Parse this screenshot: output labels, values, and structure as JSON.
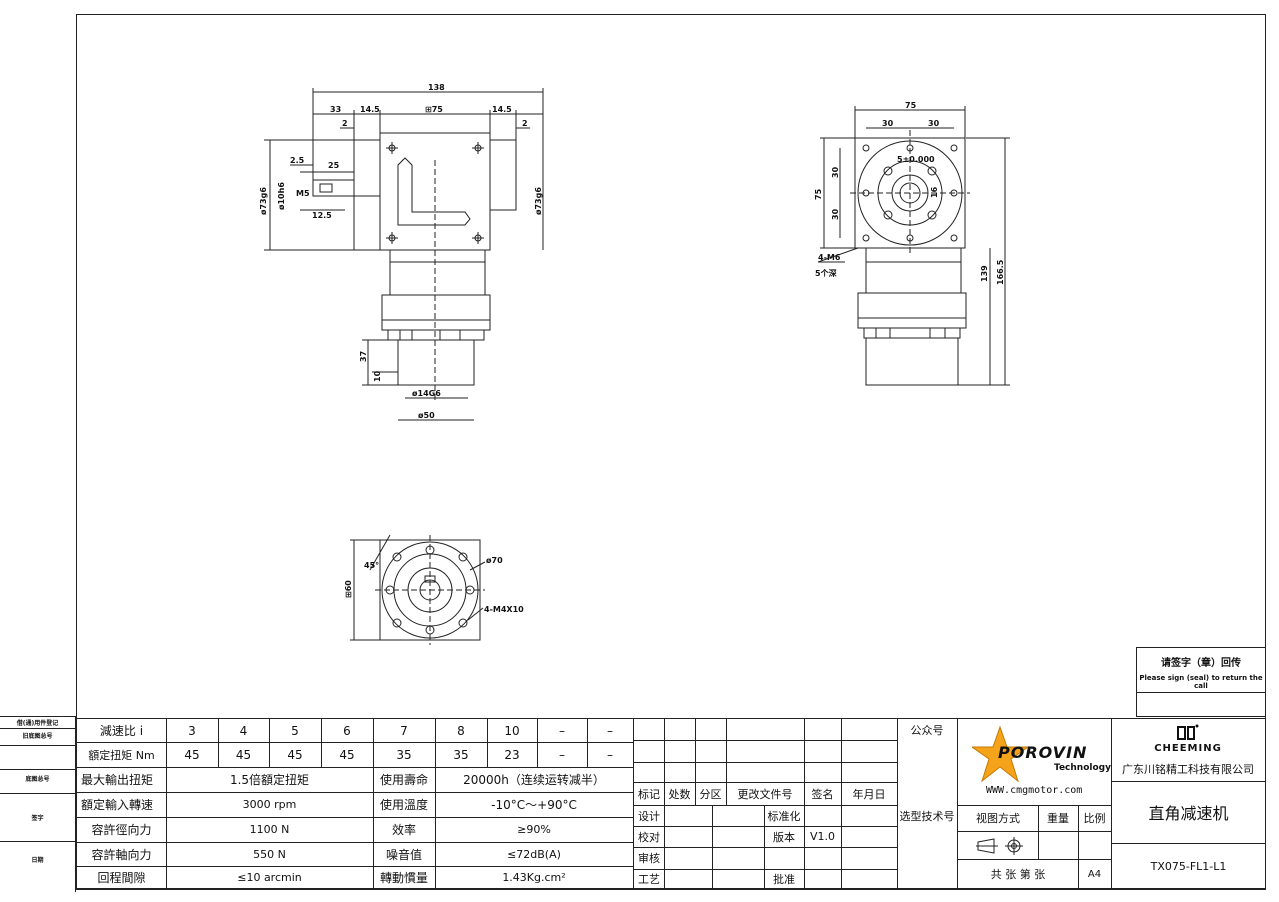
{
  "dims_top": {
    "d138": "138",
    "d33": "33",
    "d14_5a": "14.5",
    "sq75": "⊞75",
    "d14_5b": "14.5",
    "d2a": "2",
    "d2b": "2",
    "d2_5": "2.5",
    "d25": "25",
    "m5": "M5",
    "d12_5": "12.5",
    "phi73a": "ø73g6",
    "phi10": "ø10h6",
    "phi73b": "ø73g6",
    "d37": "37",
    "d10": "10",
    "phi14": "ø14G6",
    "phi50": "ø50"
  },
  "dims_side": {
    "d75": "75",
    "d30a": "30",
    "d30b": "30",
    "key": "5±0.000",
    "d75v": "75",
    "d30c": "30",
    "d30d": "30",
    "d16": "16",
    "m6": "4-M6",
    "depth": "5个深",
    "d139": "139",
    "d166_5": "166.5"
  },
  "dims_bottom": {
    "sq60": "⊞60",
    "deg45": "45°",
    "phi70": "ø70",
    "m4": "4-M4X10"
  },
  "return_box": {
    "cn": "请签字（章）回传",
    "en": "Please sign (seal) to return the call"
  },
  "left_column": {
    "r1": "借(通)用件登记",
    "r2": "旧底图总号",
    "r3": "底图总号",
    "r4": "签字",
    "r5": "日期"
  },
  "spec_table": {
    "ratio_label": "減速比 i",
    "ratios": [
      "3",
      "4",
      "5",
      "6",
      "7",
      "8",
      "10",
      "–",
      "–"
    ],
    "torque_label": "額定扭矩 Nm",
    "torques": [
      "45",
      "45",
      "45",
      "45",
      "35",
      "35",
      "23",
      "–",
      "–"
    ],
    "rows": [
      {
        "label": "最大輸出扭矩",
        "value": "1.5倍額定扭矩",
        "label2": "使用壽命",
        "value2": "20000h（连续运转减半）"
      },
      {
        "label": "額定輸入轉速",
        "value": "3000 rpm",
        "label2": "使用溫度",
        "value2": "-10°C～+90°C"
      },
      {
        "label": "容許徑向力",
        "value": "1100 N",
        "label2": "效率",
        "value2": "≥90%"
      },
      {
        "label": "容許軸向力",
        "value": "550 N",
        "label2": "噪音值",
        "value2": "≤72dB(A)"
      },
      {
        "label": "回程間隙",
        "value": "≤10 arcmin",
        "label2": "轉動慣量",
        "value2": "1.43Kg.cm²"
      }
    ]
  },
  "revision_block": {
    "headers": [
      "标记",
      "处数",
      "分区",
      "更改文件号",
      "签名",
      "年月日"
    ],
    "design": "设计",
    "check": "校对",
    "review": "审核",
    "craft": "工艺",
    "standard": "标准化",
    "version_label": "版本",
    "version": "V1.0",
    "approve": "批准"
  },
  "public_box": {
    "label": "公众号",
    "select": "选型技术号"
  },
  "brand": {
    "name": "POROVIN",
    "sub": "Technology",
    "url": "WWW.cmgmotor.com"
  },
  "company": {
    "logo": "CHEEMING",
    "name": "广东川铭精工科技有限公司",
    "product": "直角减速机",
    "model": "TX075-FL1-L1"
  },
  "info": {
    "view": "视图方式",
    "weight": "重量",
    "scale": "比例",
    "sheets": "共 张 第 张",
    "paper": "A4"
  }
}
